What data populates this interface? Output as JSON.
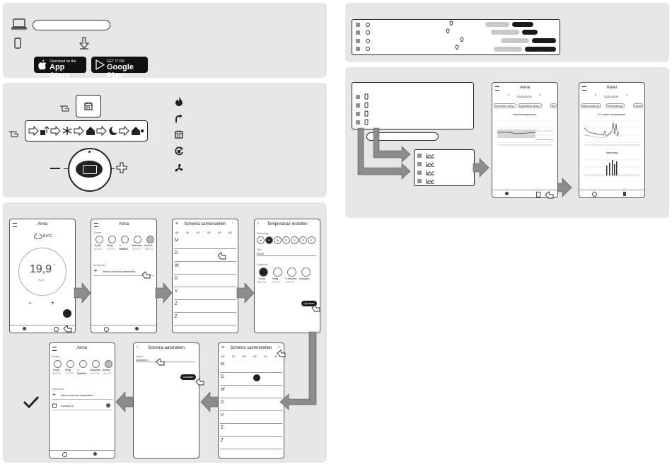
{
  "stores": {
    "apple_small": "Download on the",
    "apple_big": "App Store",
    "google_small": "GET IT ON",
    "google_big": "Google Play"
  },
  "steps_row1": {
    "home": {
      "title": "Anna",
      "outside_temp": "8,5°C",
      "current_temp": "19,9",
      "current_unit": "°",
      "setpoint": "20,0°",
      "minus": "−",
      "plus": "+"
    },
    "menu": {
      "title": "Anna",
      "zones_label": "Zones",
      "zones": [
        {
          "name": "Thuis",
          "temp": "20,0°C"
        },
        {
          "name": "Weg",
          "temp": "17,0°C"
        },
        {
          "name": "'s Nachts",
          "temp": "15,0°C"
        },
        {
          "name": "Vakantie",
          "temp": "15,0°C"
        },
        {
          "name": "Antivo..",
          "temp": "16,0°C"
        }
      ],
      "schedules_label": "Schema's",
      "new_schedule": "Nieuw schema aanmaken"
    },
    "schedule_edit": {
      "title": "Schema samenstellen",
      "hours": [
        "00",
        "01",
        "02",
        "03",
        "04",
        "05"
      ],
      "days": [
        "M",
        "D",
        "W",
        "D",
        "V",
        "Z",
        "Z"
      ]
    },
    "temp_settings": {
      "title": "Temperatuur instellen",
      "weekdays_label": "Werkdag",
      "weekdays": [
        "M",
        "D",
        "W",
        "D",
        "V",
        "Z",
        "Z"
      ],
      "time_label": "Om",
      "time_value": "09:00",
      "setpoint_label": "Setpoint",
      "presets": [
        {
          "name": "Thuis",
          "temp": "20,0°C"
        },
        {
          "name": "Weg",
          "temp": "17,0°C"
        },
        {
          "name": "'s Nachts",
          "temp": "15,0°C"
        },
        {
          "name": "Aangep..",
          "temp": ""
        }
      ],
      "button": "Opslaan"
    }
  },
  "steps_row2": {
    "schedule_edit2": {
      "title": "Schema samenstellen",
      "hours": [
        "06",
        "07",
        "08",
        "09",
        "10",
        "11"
      ],
      "days": [
        "M",
        "D",
        "W",
        "D",
        "V",
        "Z",
        "Z"
      ]
    },
    "create": {
      "title": "Schema aanmaken",
      "name_label": "Naam",
      "name_value": "Schema 1",
      "button": "Opslaan"
    },
    "final": {
      "title": "Anna",
      "zones_label": "Zones",
      "zones": [
        {
          "name": "Thuis",
          "temp": "20,0°C"
        },
        {
          "name": "Weg",
          "temp": "17,0°C"
        },
        {
          "name": "'s Nachts",
          "temp": "15,0°C"
        },
        {
          "name": "Vakantie",
          "temp": "15,0°C"
        },
        {
          "name": "Antivo..",
          "temp": "16,0°C"
        }
      ],
      "schedules_label": "Schema's",
      "new_schedule": "Nieuw schema aanmaken",
      "schedule_1": "Schema 1"
    }
  },
  "graphs": {
    "anna": {
      "title": "Anna",
      "date": "2020-05-20",
      "chips": [
        "Gemeten temp.",
        "Ingestelde temp.",
        "Bu"
      ],
      "chart_title": "Kamertemperatuur"
    },
    "ketel": {
      "title": "Ketel",
      "date": "2020-05-20",
      "chips": [
        "Aanvoertemp.",
        "Retourtemp.",
        "Gewe"
      ],
      "chart1_title": "CV-water temperatuur",
      "chart2_title": "Aanvraag"
    }
  },
  "colors": {
    "panel": "#e6e6e6",
    "arrow": "#8c8c8c",
    "dark": "#1a1a1a"
  }
}
